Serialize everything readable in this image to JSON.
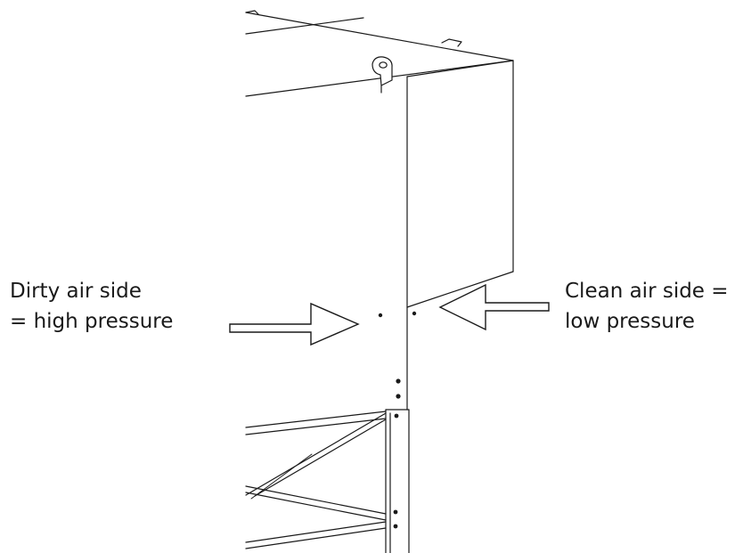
{
  "labels": {
    "dirty": {
      "line1": "Dirty air side",
      "line2": "= high pressure"
    },
    "clean": {
      "line1": "Clean air side =",
      "line2": "low pressure"
    }
  },
  "colors": {
    "stroke": "#1a1a1a",
    "background": "#ffffff",
    "arrow_fill": "#ffffff"
  },
  "arrows": {
    "dirty": {
      "direction": "right"
    },
    "clean": {
      "direction": "left"
    }
  }
}
